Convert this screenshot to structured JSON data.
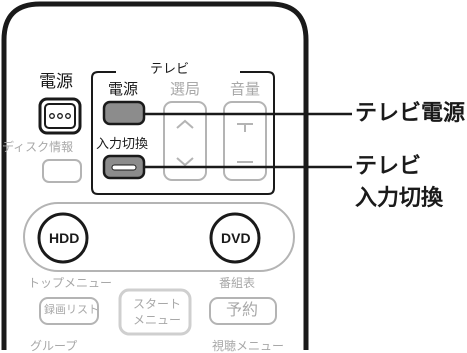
{
  "remote": {
    "power_label": "電源",
    "disc_info_label": "ディスク情報",
    "tv_group": {
      "title": "テレビ",
      "power_label": "電源",
      "channel_label": "選局",
      "volume_label": "音量",
      "input_label": "入力切換"
    },
    "hdd_label": "HDD",
    "dvd_label": "DVD",
    "top_menu_label": "トップメニュー",
    "program_guide_label": "番組表",
    "recording_list_label": "録画リスト",
    "start_menu_label_line1": "スタート",
    "start_menu_label_line2": "メニュー",
    "reserve_label": "予約",
    "group_label": "グループ",
    "viewing_menu_label": "視聴メニュー"
  },
  "callouts": {
    "tv_power": "テレビ電源",
    "tv_input_line1": "テレビ",
    "tv_input_line2": "入力切換"
  },
  "colors": {
    "outline": "#1a1a1a",
    "highlight_fill": "#8c8c8c",
    "inactive": "#b4b4b4"
  }
}
